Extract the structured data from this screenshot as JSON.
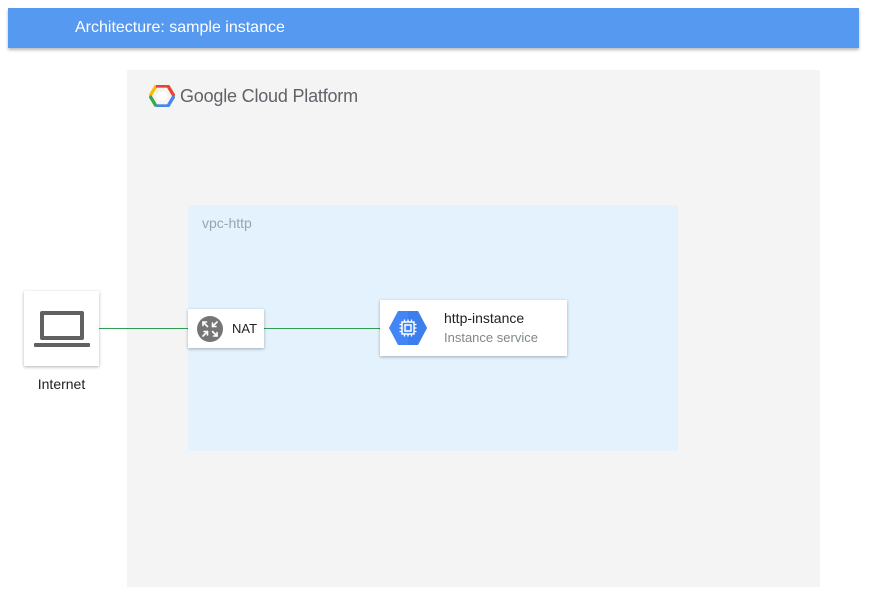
{
  "header": {
    "title": "Architecture: sample instance"
  },
  "platform": {
    "logo_text": "Google Cloud Platform",
    "logo_icon": "gcp-hexagon-icon"
  },
  "network": {
    "name": "vpc-http"
  },
  "nodes": {
    "internet": {
      "label": "Internet",
      "icon": "laptop-icon"
    },
    "nat": {
      "label": "NAT",
      "icon": "nat-router-icon"
    },
    "instance": {
      "name": "http-instance",
      "type": "Instance service",
      "icon": "compute-engine-icon"
    }
  },
  "colors": {
    "header_bg": "#5599f0",
    "panel_bg": "#f4f4f4",
    "vpc_bg": "#e3f2fd",
    "connector": "#2e9e52",
    "compute_blue": "#4285f4"
  }
}
